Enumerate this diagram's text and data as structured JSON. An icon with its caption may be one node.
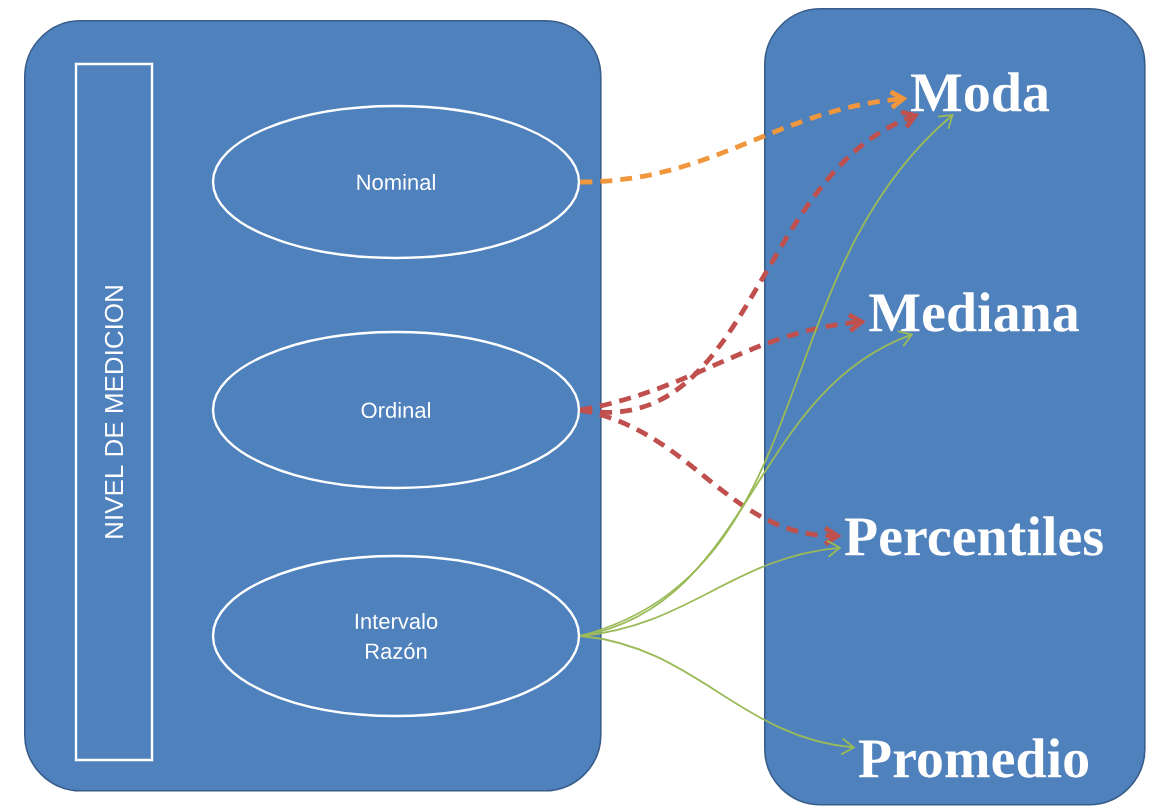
{
  "diagram": {
    "nodes": [
      {
        "text": [],
        "shape": "box"
      },
      {
        "text": [
          "NIVEL DE MEDICION"
        ],
        "in": 0
      },
      {
        "text": [
          "Nominal"
        ],
        "in": 0
      },
      {
        "text": [
          "Ordinal"
        ],
        "in": 0
      },
      {
        "text": [
          "Intervalo Razón"
        ],
        "in": 0
      },
      {
        "text": [],
        "shape": "box"
      },
      {
        "text": [
          "Moda"
        ],
        "in": 5
      },
      {
        "text": [
          "Mediana"
        ],
        "in": 5
      },
      {
        "text": [
          "Percentiles"
        ],
        "in": 5
      },
      {
        "text": [
          "Promedio"
        ],
        "in": 5
      }
    ],
    "edges": [
      {
        "from": 2,
        "to": 6,
        "arrow": "to",
        "style": "dashed",
        "color": "#f0963c"
      },
      {
        "from": 3,
        "to": 6,
        "arrow": "to",
        "style": "dashed",
        "color": "#c0504d"
      },
      {
        "from": 3,
        "to": 7,
        "arrow": "to",
        "style": "dashed",
        "color": "#c0504d"
      },
      {
        "from": 3,
        "to": 8,
        "arrow": "to",
        "style": "dashed",
        "color": "#c0504d"
      },
      {
        "from": 4,
        "to": 6,
        "arrow": "to"
      },
      {
        "from": 4,
        "to": 7,
        "arrow": "to"
      },
      {
        "from": 4,
        "to": 8,
        "arrow": "to"
      },
      {
        "from": 4,
        "to": 9,
        "arrow": "to"
      }
    ]
  }
}
